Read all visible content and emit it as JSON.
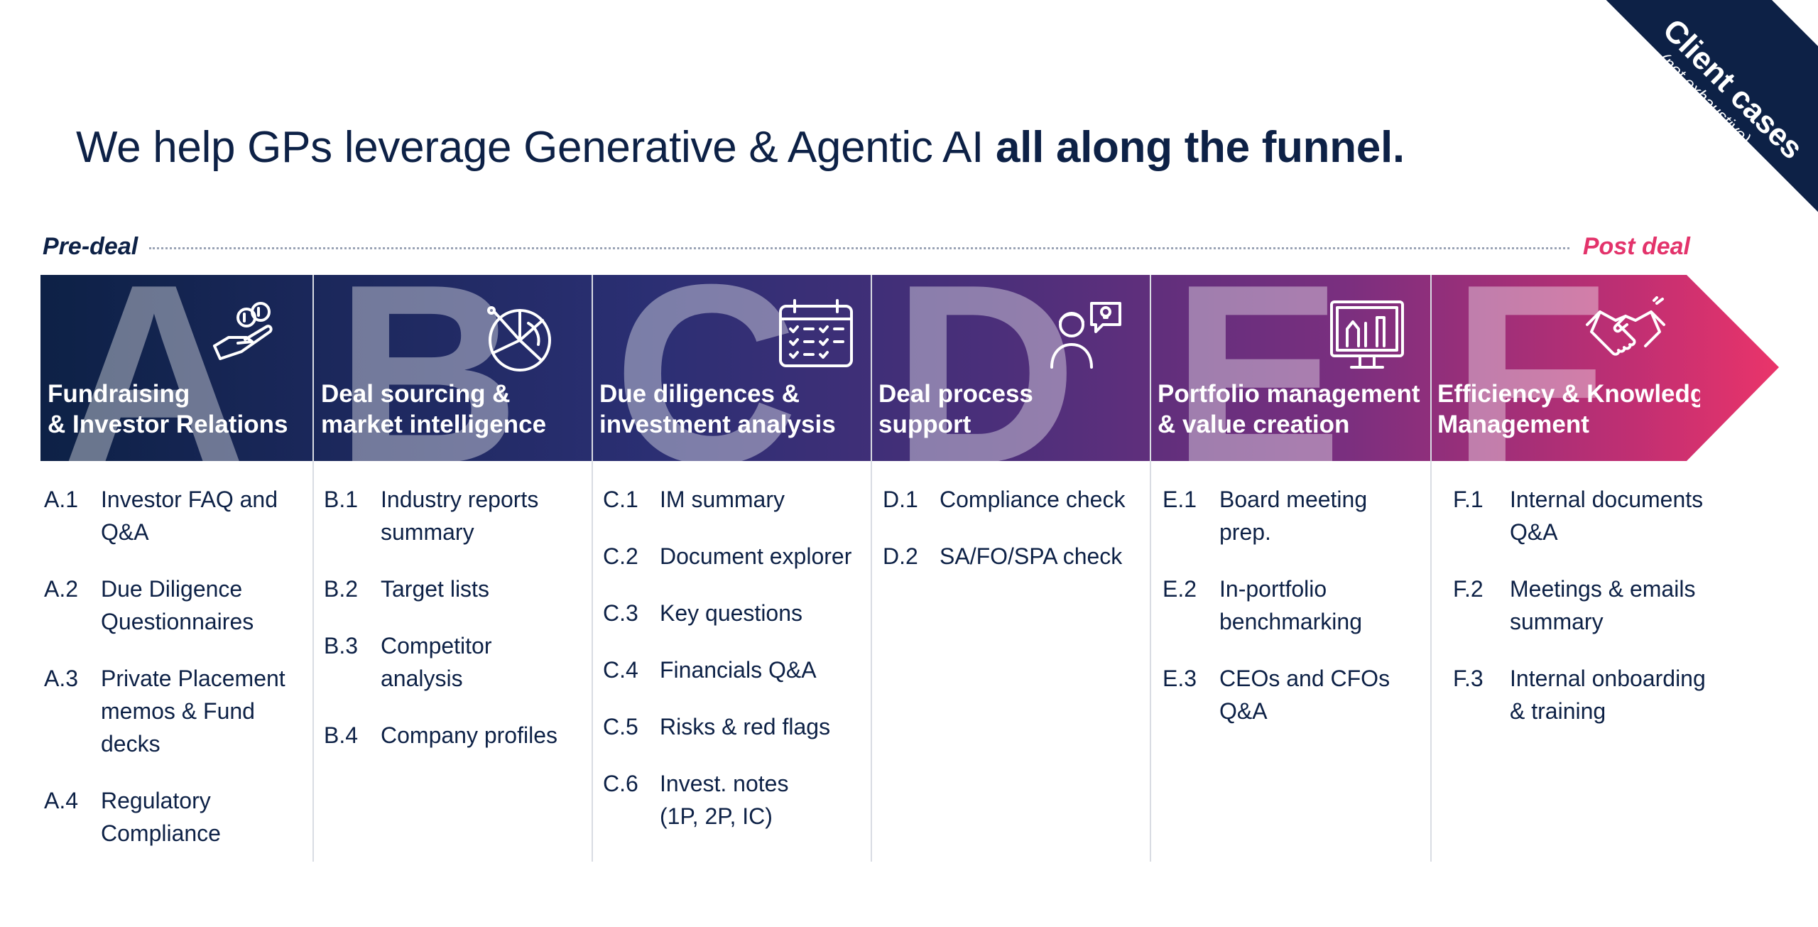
{
  "headline": {
    "regular": "We help GPs leverage Generative & Agentic AI ",
    "bold": "all along the funnel."
  },
  "corner_badge": {
    "title": "Client cases",
    "subtitle": "(not exhaustive)"
  },
  "timeline": {
    "start": "Pre-deal",
    "end": "Post deal"
  },
  "colors": {
    "navy": "#0d2146",
    "pink": "#e3336b",
    "purple": "#5f2f7d"
  },
  "columns": [
    {
      "letter": "A",
      "title": "Fundraising\n& Investor Relations",
      "icon": "coins-hand-icon",
      "items": [
        {
          "code": "A.1",
          "label": "Investor FAQ and\nQ&A"
        },
        {
          "code": "A.2",
          "label": "Due Diligence\nQuestionnaires"
        },
        {
          "code": "A.3",
          "label": "Private Placement\nmemos & Fund\ndecks"
        },
        {
          "code": "A.4",
          "label": "Regulatory\nCompliance"
        }
      ]
    },
    {
      "letter": "B",
      "title": "Deal sourcing &\nmarket intelligence",
      "icon": "radar-chart-icon",
      "items": [
        {
          "code": "B.1",
          "label": "Industry reports\nsummary"
        },
        {
          "code": "B.2",
          "label": "Target lists"
        },
        {
          "code": "B.3",
          "label": "Competitor\nanalysis"
        },
        {
          "code": "B.4",
          "label": "Company profiles"
        }
      ]
    },
    {
      "letter": "C",
      "title": "Due diligences &\ninvestment analysis",
      "icon": "calendar-checklist-icon",
      "items": [
        {
          "code": "C.1",
          "label": "IM summary"
        },
        {
          "code": "C.2",
          "label": "Document explorer"
        },
        {
          "code": "C.3",
          "label": "Key questions"
        },
        {
          "code": "C.4",
          "label": "Financials Q&A"
        },
        {
          "code": "C.5",
          "label": "Risks & red flags"
        },
        {
          "code": "C.6",
          "label": "Invest. notes\n(1P, 2P, IC)"
        }
      ]
    },
    {
      "letter": "D",
      "title": "Deal process\nsupport",
      "icon": "person-idea-icon",
      "items": [
        {
          "code": "D.1",
          "label": "Compliance check"
        },
        {
          "code": "D.2",
          "label": "SA/FO/SPA check"
        }
      ]
    },
    {
      "letter": "E",
      "title": "Portfolio management\n& value creation",
      "icon": "monitor-chart-icon",
      "items": [
        {
          "code": "E.1",
          "label": "Board meeting\nprep."
        },
        {
          "code": "E.2",
          "label": "In-portfolio\nbenchmarking"
        },
        {
          "code": "E.3",
          "label": "CEOs and CFOs\nQ&A"
        }
      ]
    },
    {
      "letter": "F",
      "title": "Efficiency & Knowledge\nManagement",
      "icon": "handshake-icon",
      "items": [
        {
          "code": "F.1",
          "label": "Internal documents\nQ&A"
        },
        {
          "code": "F.2",
          "label": "Meetings & emails\nsummary"
        },
        {
          "code": "F.3",
          "label": "Internal onboarding\n& training"
        }
      ]
    }
  ]
}
